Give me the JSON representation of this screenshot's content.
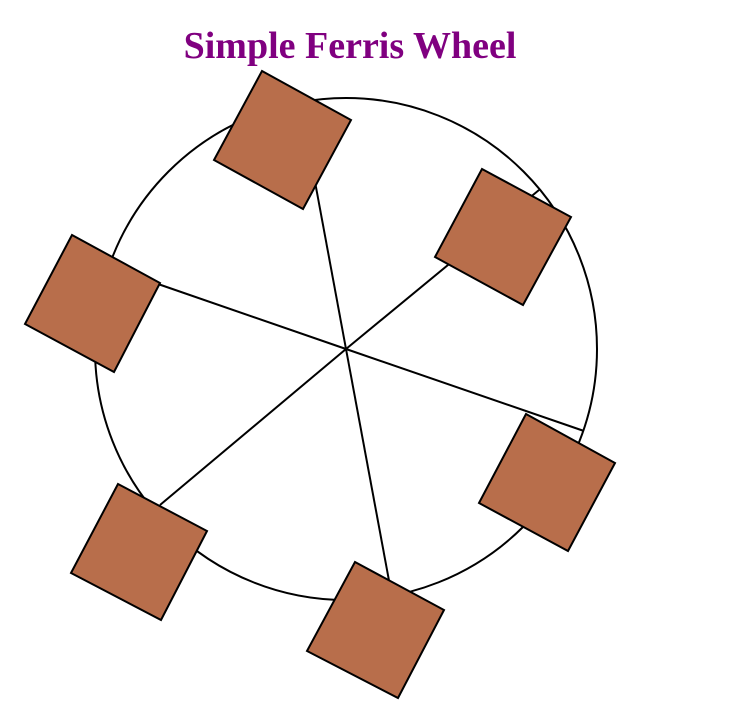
{
  "title": "Simple Ferris Wheel",
  "colors": {
    "title": "#800080",
    "cabin_fill": "#b86e4b",
    "cabin_stroke": "#000000",
    "rim_stroke": "#000000",
    "spoke_stroke": "#000000",
    "background": "#ffffff"
  },
  "wheel": {
    "spoke_count": 6,
    "cabin_count": 6
  }
}
